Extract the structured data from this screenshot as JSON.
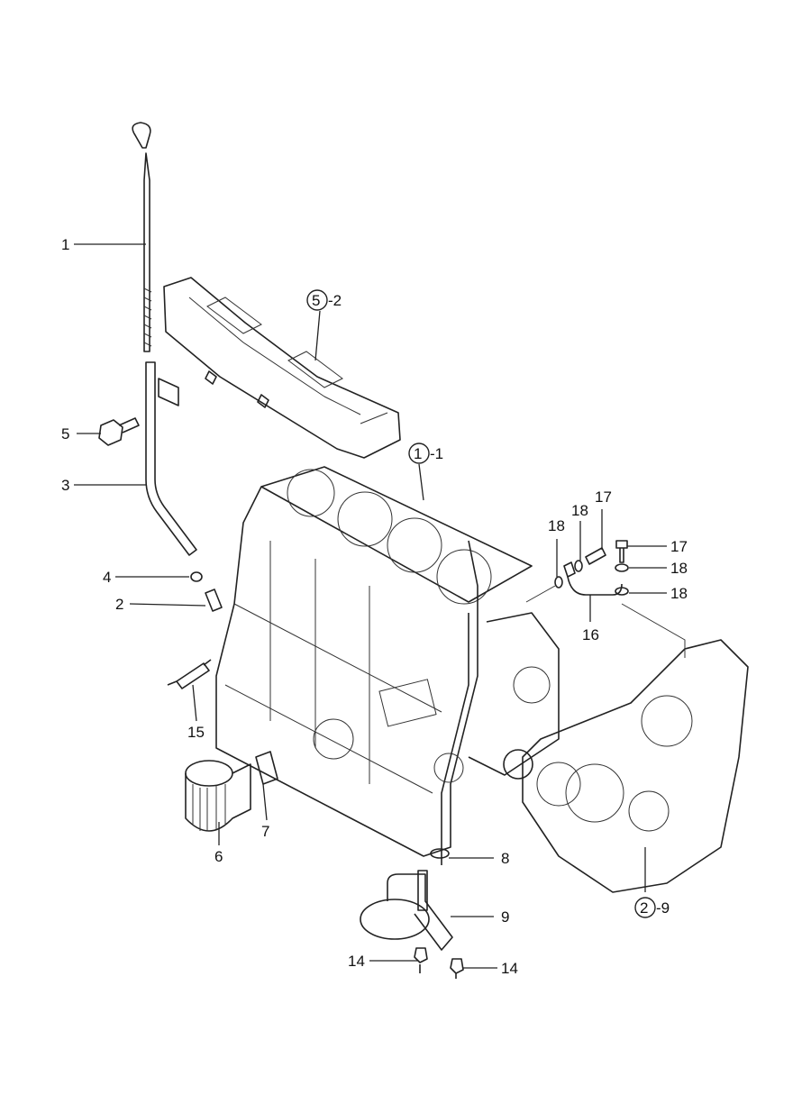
{
  "diagram": {
    "title": "Cylinder block parts diagram",
    "callouts": {
      "c1": "1",
      "c5_2_circle": "5",
      "c5_2_suffix": "-2",
      "c5": "5",
      "c3": "3",
      "c1_1_circle": "1",
      "c1_1_suffix": "-1",
      "c4": "4",
      "c2": "2",
      "c15": "15",
      "c6": "6",
      "c7": "7",
      "c8": "8",
      "c9": "9",
      "c14a": "14",
      "c14b": "14",
      "c2_9_circle": "2",
      "c2_9_suffix": "-9",
      "c18a": "18",
      "c18b": "18",
      "c17a": "17",
      "c17b": "17",
      "c18c": "18",
      "c18d": "18",
      "c16": "16"
    }
  }
}
